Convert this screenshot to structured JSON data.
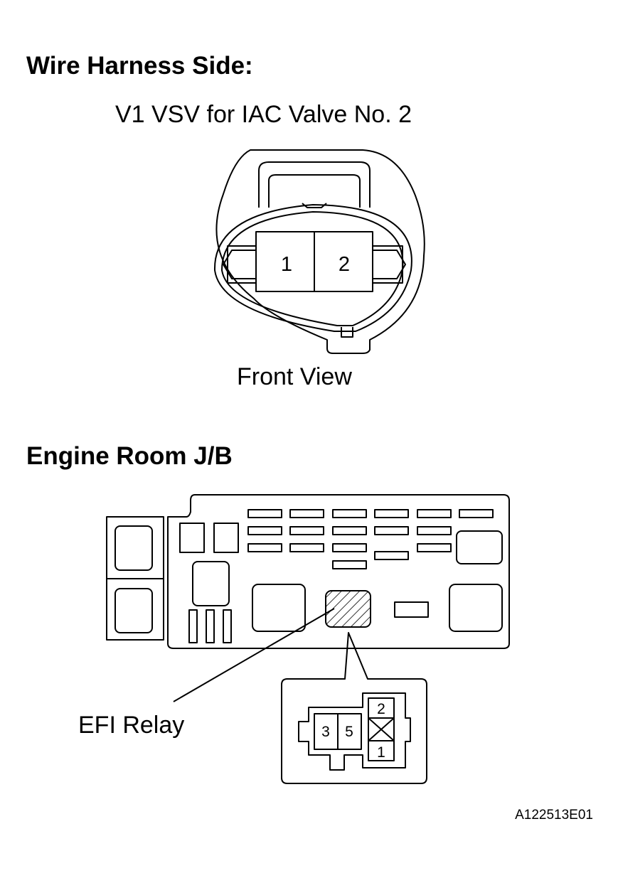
{
  "wire_harness": {
    "heading": "Wire Harness Side:",
    "connector_name": "V1 VSV for IAC Valve No. 2",
    "pins": [
      "1",
      "2"
    ],
    "view_caption": "Front View"
  },
  "junction_block": {
    "heading": "Engine Room J/B",
    "relay_label": "EFI Relay",
    "relay_pins": {
      "left": "3",
      "middle": "5",
      "top_right": "2",
      "bottom_right": "1"
    }
  },
  "figure_code": "A122513E01"
}
